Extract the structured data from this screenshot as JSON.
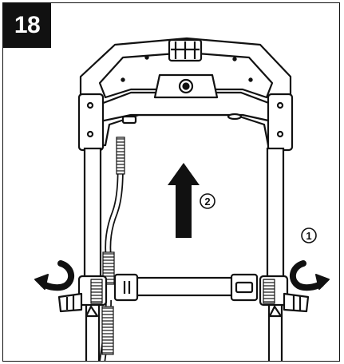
{
  "figure": {
    "step_number": "18",
    "callouts": [
      {
        "label": "1"
      },
      {
        "label": "2"
      }
    ]
  },
  "colors": {
    "ink": "#111111",
    "badge_background": "#111111",
    "badge_text": "#ffffff",
    "paper": "#ffffff"
  },
  "icons": {
    "rotate_left": "curved-arrow-counterclockwise-icon",
    "rotate_right": "curved-arrow-clockwise-icon",
    "push_up": "up-arrow-icon"
  }
}
